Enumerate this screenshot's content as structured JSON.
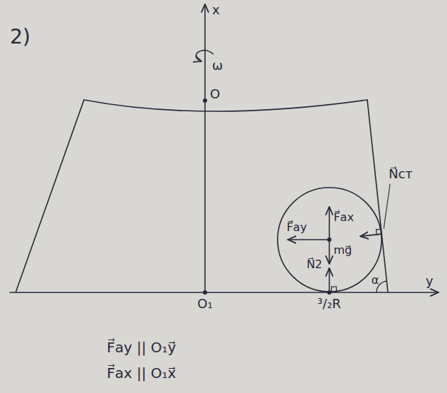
{
  "diagram": {
    "nodes": [
      {
        "text": [
          "F⃗ay",
          "F⃗ax",
          "mg⃗",
          "N⃗2"
        ]
      }
    ],
    "labels": [
      "2)",
      "x",
      "ω",
      "O",
      "N⃗ст",
      "α",
      "y",
      "O₁",
      "³/₂R",
      "F⃗ay || O₁y⃗",
      "F⃗ax || O₁x⃗"
    ]
  }
}
